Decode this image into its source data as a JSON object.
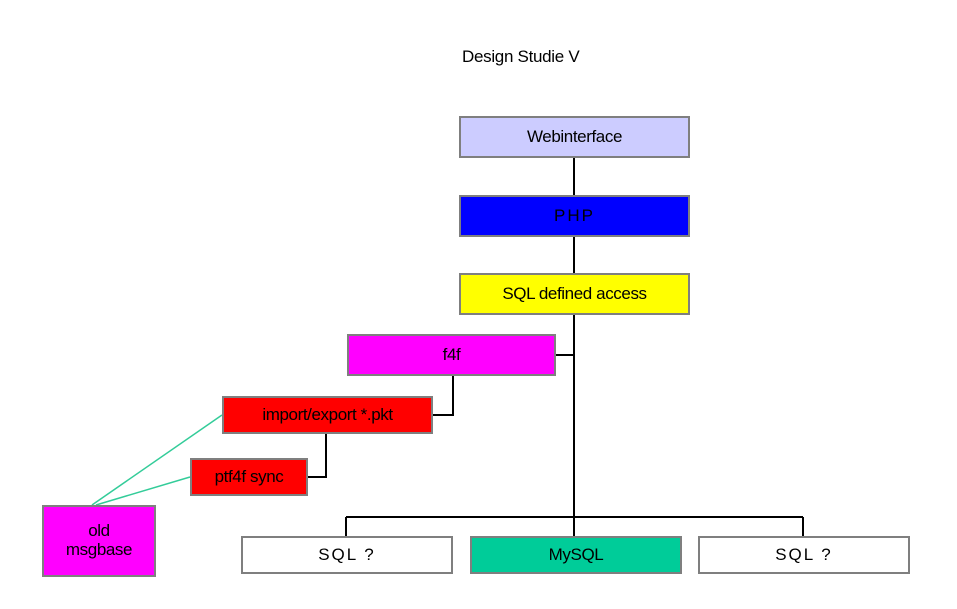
{
  "diagram": {
    "title": "Design Studie V",
    "nodes": {
      "webinterface": {
        "label": "Webinterface",
        "color": "#ccccff"
      },
      "php": {
        "label": "PHP",
        "color": "#0000ff"
      },
      "sql_access": {
        "label": "SQL defined access",
        "color": "#ffff00"
      },
      "f4f": {
        "label": "f4f",
        "color": "#ff00ff"
      },
      "import_export": {
        "label": "import/export *.pkt",
        "color": "#ff0000"
      },
      "ptf4f_sync": {
        "label": "ptf4f sync",
        "color": "#ff0000"
      },
      "old_msgbase": {
        "label_line1": "old",
        "label_line2": "msgbase",
        "color": "#ff00ff"
      },
      "sql_left": {
        "label": "SQL ?",
        "color": "#ffffff"
      },
      "mysql": {
        "label": "MySQL",
        "color": "#00cc99"
      },
      "sql_right": {
        "label": "SQL ?",
        "color": "#ffffff"
      }
    },
    "edges": [
      {
        "from": "webinterface",
        "to": "php"
      },
      {
        "from": "php",
        "to": "sql_access"
      },
      {
        "from": "sql_access",
        "to": "mysql"
      },
      {
        "from": "f4f",
        "to": "sql_access"
      },
      {
        "from": "import_export",
        "to": "f4f"
      },
      {
        "from": "ptf4f_sync",
        "to": "import_export"
      },
      {
        "from": "mysql",
        "to": "sql_left"
      },
      {
        "from": "mysql",
        "to": "sql_right"
      },
      {
        "from": "old_msgbase",
        "to": "import_export",
        "style": "dotted"
      },
      {
        "from": "old_msgbase",
        "to": "ptf4f_sync",
        "style": "dotted"
      }
    ],
    "colors": {
      "connector": "#000000",
      "dotted_connector": "#33cc99",
      "box_border": "#7f7f7f"
    }
  }
}
